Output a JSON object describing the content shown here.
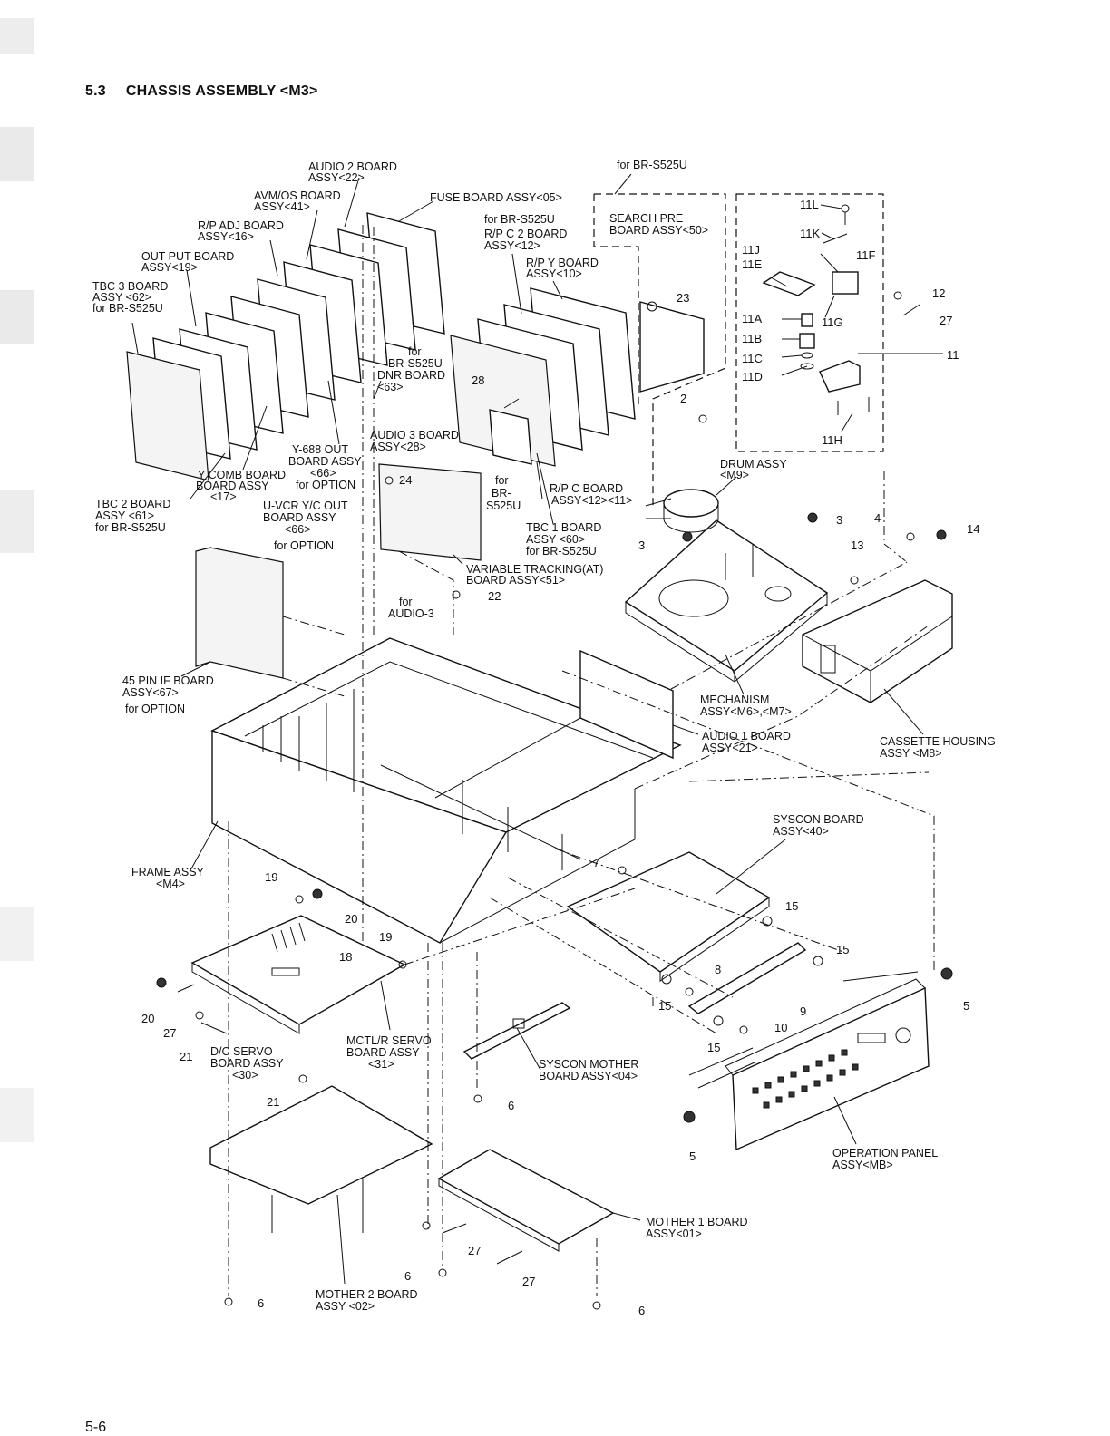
{
  "header": {
    "section_number": "5.3",
    "section_title": "CHASSIS ASSEMBLY <M3>"
  },
  "footer": {
    "page_number": "5-6"
  },
  "labels": {
    "audio2": [
      "AUDIO 2 BOARD",
      "ASSY<22>"
    ],
    "avm_os": [
      "AVM/OS BOARD",
      "ASSY<41>"
    ],
    "rp_adj": [
      "R/P ADJ BOARD",
      "ASSY<16>"
    ],
    "output": [
      "OUT PUT BOARD",
      "ASSY<19>"
    ],
    "tbc3": [
      "TBC 3 BOARD",
      "ASSY <62>",
      "for BR-S525U"
    ],
    "fuse": [
      "FUSE BOARD ASSY<05>"
    ],
    "for_bru_top": [
      "for BR-S525U"
    ],
    "search_pre": [
      "SEARCH PRE",
      "BOARD ASSY<50>"
    ],
    "rpc2": [
      "for BR-S525U",
      "R/P C 2 BOARD",
      "ASSY<12>"
    ],
    "rpy": [
      "R/P Y BOARD",
      "ASSY<10>"
    ],
    "dnr": [
      "for",
      "BR-S525U",
      "DNR BOARD",
      "<63>"
    ],
    "audio3": [
      "AUDIO 3 BOARD",
      "ASSY<28>"
    ],
    "y688": [
      "Y-688 OUT",
      "BOARD ASSY",
      "<66>",
      "for OPTION"
    ],
    "ycomb": [
      "Y COMB BOARD",
      "BOARD ASSY",
      "<17>"
    ],
    "uvcr": [
      "U-VCR Y/C OUT",
      "BOARD ASSY",
      "<66>",
      "for OPTION"
    ],
    "tbc2": [
      "TBC 2 BOARD",
      "ASSY <61>",
      "for BR-S525U"
    ],
    "for_bru_mid": [
      "for",
      "BR-",
      "S525U"
    ],
    "rpc": [
      "R/P C BOARD",
      "ASSY<12><11>"
    ],
    "tbc1": [
      "TBC 1 BOARD",
      "ASSY <60>",
      "for BR-S525U"
    ],
    "variable": [
      "VARIABLE TRACKING(AT)",
      "BOARD ASSY<51>"
    ],
    "drum": [
      "DRUM ASSY",
      "<M9>"
    ],
    "for_audio3": [
      "for",
      "AUDIO-3"
    ],
    "pin45": [
      "45 PIN IF BOARD",
      "ASSY<67>",
      "for OPTION"
    ],
    "mechanism": [
      "MECHANISM",
      "ASSY<M6>,<M7>"
    ],
    "audio1": [
      "AUDIO 1 BOARD",
      "ASSY<21>"
    ],
    "cassette": [
      "CASSETTE HOUSING",
      "ASSY <M8>"
    ],
    "syscon": [
      "SYSCON BOARD",
      "ASSY<40>"
    ],
    "frame": [
      "FRAME ASSY",
      "<M4>"
    ],
    "dc_servo": [
      "D/C SERVO",
      "BOARD ASSY",
      "<30>"
    ],
    "mctl": [
      "MCTL/R SERVO",
      "BOARD ASSY",
      "<31>"
    ],
    "syscon_mother": [
      "SYSCON MOTHER",
      "BOARD ASSY<04>"
    ],
    "operation": [
      "OPERATION PANEL",
      "ASSY<MB>"
    ],
    "mother1": [
      "MOTHER 1 BOARD",
      "ASSY<01>"
    ],
    "mother2": [
      "MOTHER 2 BOARD",
      "ASSY <02>"
    ]
  },
  "callouts": {
    "c11": "11",
    "c11L": "11L",
    "c11K": "11K",
    "c11J": "11J",
    "c11E": "11E",
    "c11F": "11F",
    "c11A": "11A",
    "c11G": "11G",
    "c11B": "11B",
    "c11C": "11C",
    "c11D": "11D",
    "c11H": "11H",
    "c12": "12",
    "c27a": "27",
    "c23": "23",
    "c2": "2",
    "c28": "28",
    "c24": "24",
    "c3a": "3",
    "c3b": "3",
    "c4": "4",
    "c14": "14",
    "c13": "13",
    "c22": "22",
    "c7": "7",
    "c19a": "19",
    "c20a": "20",
    "c19b": "19",
    "c18": "18",
    "c20b": "20",
    "c27b": "27",
    "c21a": "21",
    "c21b": "21",
    "c15a": "15",
    "c15b": "15",
    "c15c": "15",
    "c15d": "15",
    "c8": "8",
    "c9": "9",
    "c10": "10",
    "c5a": "5",
    "c5b": "5",
    "c6a": "6",
    "c6b": "6",
    "c6c": "6",
    "c6d": "6",
    "c27c": "27",
    "c27d": "27"
  }
}
